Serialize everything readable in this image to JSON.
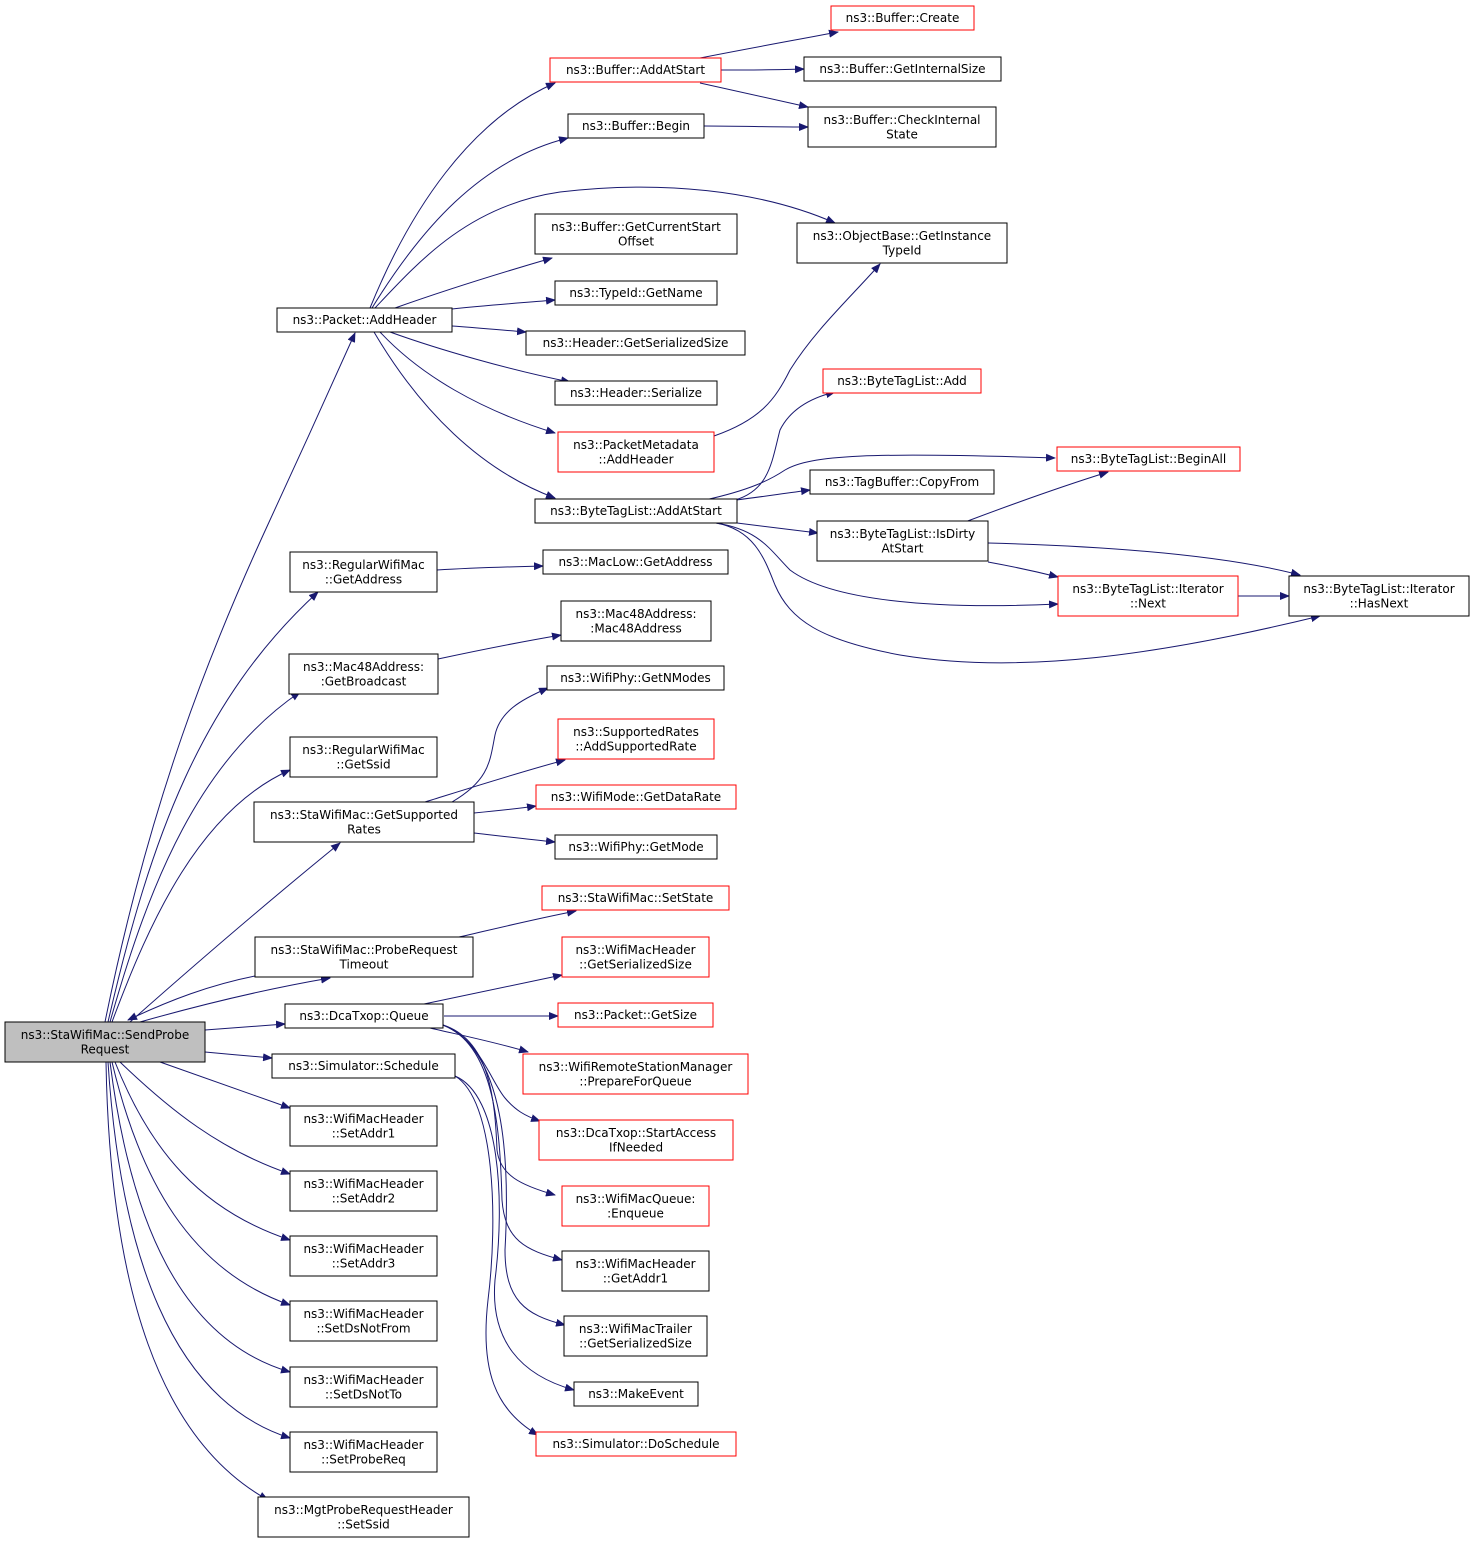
{
  "colors": {
    "edge": "#191970",
    "root_fill": "#bfbfbf",
    "normal_border": "#000000",
    "truncated_border": "#ff0000",
    "node_fill": "#ffffff"
  },
  "nodes": [
    {
      "id": "send_probe",
      "lines": [
        "ns3::StaWifiMac::SendProbe",
        "Request"
      ],
      "style": "root"
    },
    {
      "id": "packet_addheader",
      "lines": [
        "ns3::Packet::AddHeader"
      ],
      "style": "normal"
    },
    {
      "id": "buffer_addatstart",
      "lines": [
        "ns3::Buffer::AddAtStart"
      ],
      "style": "truncated"
    },
    {
      "id": "buffer_create",
      "lines": [
        "ns3::Buffer::Create"
      ],
      "style": "truncated"
    },
    {
      "id": "buffer_getinternalsize",
      "lines": [
        "ns3::Buffer::GetInternalSize"
      ],
      "style": "normal"
    },
    {
      "id": "buffer_checkinternal",
      "lines": [
        "ns3::Buffer::CheckInternal",
        "State"
      ],
      "style": "normal"
    },
    {
      "id": "buffer_begin",
      "lines": [
        "ns3::Buffer::Begin"
      ],
      "style": "normal"
    },
    {
      "id": "objectbase_gettypeid",
      "lines": [
        "ns3::ObjectBase::GetInstance",
        "TypeId"
      ],
      "style": "normal"
    },
    {
      "id": "buffer_getcurrentstart",
      "lines": [
        "ns3::Buffer::GetCurrentStart",
        "Offset"
      ],
      "style": "normal"
    },
    {
      "id": "typeid_getname",
      "lines": [
        "ns3::TypeId::GetName"
      ],
      "style": "normal"
    },
    {
      "id": "header_getserializedsize",
      "lines": [
        "ns3::Header::GetSerializedSize"
      ],
      "style": "normal"
    },
    {
      "id": "header_serialize",
      "lines": [
        "ns3::Header::Serialize"
      ],
      "style": "normal"
    },
    {
      "id": "packetmetadata_addheader",
      "lines": [
        "ns3::PacketMetadata",
        "::AddHeader"
      ],
      "style": "truncated"
    },
    {
      "id": "bytetaglist_add",
      "lines": [
        "ns3::ByteTagList::Add"
      ],
      "style": "truncated"
    },
    {
      "id": "bytetaglist_beginall",
      "lines": [
        "ns3::ByteTagList::BeginAll"
      ],
      "style": "truncated"
    },
    {
      "id": "tagbuffer_copyfrom",
      "lines": [
        "ns3::TagBuffer::CopyFrom"
      ],
      "style": "normal"
    },
    {
      "id": "bytetaglist_addatstart",
      "lines": [
        "ns3::ByteTagList::AddAtStart"
      ],
      "style": "normal"
    },
    {
      "id": "bytetaglist_isdirty",
      "lines": [
        "ns3::ByteTagList::IsDirty",
        "AtStart"
      ],
      "style": "normal"
    },
    {
      "id": "iterator_next",
      "lines": [
        "ns3::ByteTagList::Iterator",
        "::Next"
      ],
      "style": "truncated"
    },
    {
      "id": "iterator_hasnext",
      "lines": [
        "ns3::ByteTagList::Iterator",
        "::HasNext"
      ],
      "style": "normal"
    },
    {
      "id": "regularwifimac_getaddress",
      "lines": [
        "ns3::RegularWifiMac",
        "::GetAddress"
      ],
      "style": "normal"
    },
    {
      "id": "maclow_getaddress",
      "lines": [
        "ns3::MacLow::GetAddress"
      ],
      "style": "normal"
    },
    {
      "id": "mac48_mac48",
      "lines": [
        "ns3::Mac48Address:",
        ":Mac48Address"
      ],
      "style": "normal"
    },
    {
      "id": "mac48_getbroadcast",
      "lines": [
        "ns3::Mac48Address:",
        ":GetBroadcast"
      ],
      "style": "normal"
    },
    {
      "id": "wifiphy_getnmodes",
      "lines": [
        "ns3::WifiPhy::GetNModes"
      ],
      "style": "normal"
    },
    {
      "id": "regularwifimac_getssid",
      "lines": [
        "ns3::RegularWifiMac",
        "::GetSsid"
      ],
      "style": "normal"
    },
    {
      "id": "supportedrates_add",
      "lines": [
        "ns3::SupportedRates",
        "::AddSupportedRate"
      ],
      "style": "truncated"
    },
    {
      "id": "wifimode_getdatarate",
      "lines": [
        "ns3::WifiMode::GetDataRate"
      ],
      "style": "truncated"
    },
    {
      "id": "stawifimac_getsupported",
      "lines": [
        "ns3::StaWifiMac::GetSupported",
        "Rates"
      ],
      "style": "normal"
    },
    {
      "id": "wifiphy_getmode",
      "lines": [
        "ns3::WifiPhy::GetMode"
      ],
      "style": "normal"
    },
    {
      "id": "stawifimac_setstate",
      "lines": [
        "ns3::StaWifiMac::SetState"
      ],
      "style": "truncated"
    },
    {
      "id": "stawifimac_probetimeout",
      "lines": [
        "ns3::StaWifiMac::ProbeRequest",
        "Timeout"
      ],
      "style": "normal"
    },
    {
      "id": "wifimacheader_getserializedsize",
      "lines": [
        "ns3::WifiMacHeader",
        "::GetSerializedSize"
      ],
      "style": "truncated"
    },
    {
      "id": "dcatxop_queue",
      "lines": [
        "ns3::DcaTxop::Queue"
      ],
      "style": "normal"
    },
    {
      "id": "packet_getsize",
      "lines": [
        "ns3::Packet::GetSize"
      ],
      "style": "truncated"
    },
    {
      "id": "simulator_schedule",
      "lines": [
        "ns3::Simulator::Schedule"
      ],
      "style": "normal"
    },
    {
      "id": "wrsm_prepareforqueue",
      "lines": [
        "ns3::WifiRemoteStationManager",
        "::PrepareForQueue"
      ],
      "style": "truncated"
    },
    {
      "id": "wifimacheader_setaddr1",
      "lines": [
        "ns3::WifiMacHeader",
        "::SetAddr1"
      ],
      "style": "normal"
    },
    {
      "id": "dcatxop_startaccess",
      "lines": [
        "ns3::DcaTxop::StartAccess",
        "IfNeeded"
      ],
      "style": "truncated"
    },
    {
      "id": "wifimacheader_setaddr2",
      "lines": [
        "ns3::WifiMacHeader",
        "::SetAddr2"
      ],
      "style": "normal"
    },
    {
      "id": "wifimacqueue_enqueue",
      "lines": [
        "ns3::WifiMacQueue:",
        ":Enqueue"
      ],
      "style": "truncated"
    },
    {
      "id": "wifimacheader_setaddr3",
      "lines": [
        "ns3::WifiMacHeader",
        "::SetAddr3"
      ],
      "style": "normal"
    },
    {
      "id": "wifimacheader_getaddr1",
      "lines": [
        "ns3::WifiMacHeader",
        "::GetAddr1"
      ],
      "style": "normal"
    },
    {
      "id": "wifimacheader_setdsnotfrom",
      "lines": [
        "ns3::WifiMacHeader",
        "::SetDsNotFrom"
      ],
      "style": "normal"
    },
    {
      "id": "wifimactrailer_getserializedsize",
      "lines": [
        "ns3::WifiMacTrailer",
        "::GetSerializedSize"
      ],
      "style": "normal"
    },
    {
      "id": "wifimacheader_setdsnotto",
      "lines": [
        "ns3::WifiMacHeader",
        "::SetDsNotTo"
      ],
      "style": "normal"
    },
    {
      "id": "makeevent",
      "lines": [
        "ns3::MakeEvent"
      ],
      "style": "normal"
    },
    {
      "id": "wifimacheader_setprobereq",
      "lines": [
        "ns3::WifiMacHeader",
        "::SetProbeReq"
      ],
      "style": "normal"
    },
    {
      "id": "simulator_doschedule",
      "lines": [
        "ns3::Simulator::DoSchedule"
      ],
      "style": "truncated"
    },
    {
      "id": "mgtprobe_setssid",
      "lines": [
        "ns3::MgtProbeRequestHeader",
        "::SetSsid"
      ],
      "style": "normal"
    }
  ]
}
